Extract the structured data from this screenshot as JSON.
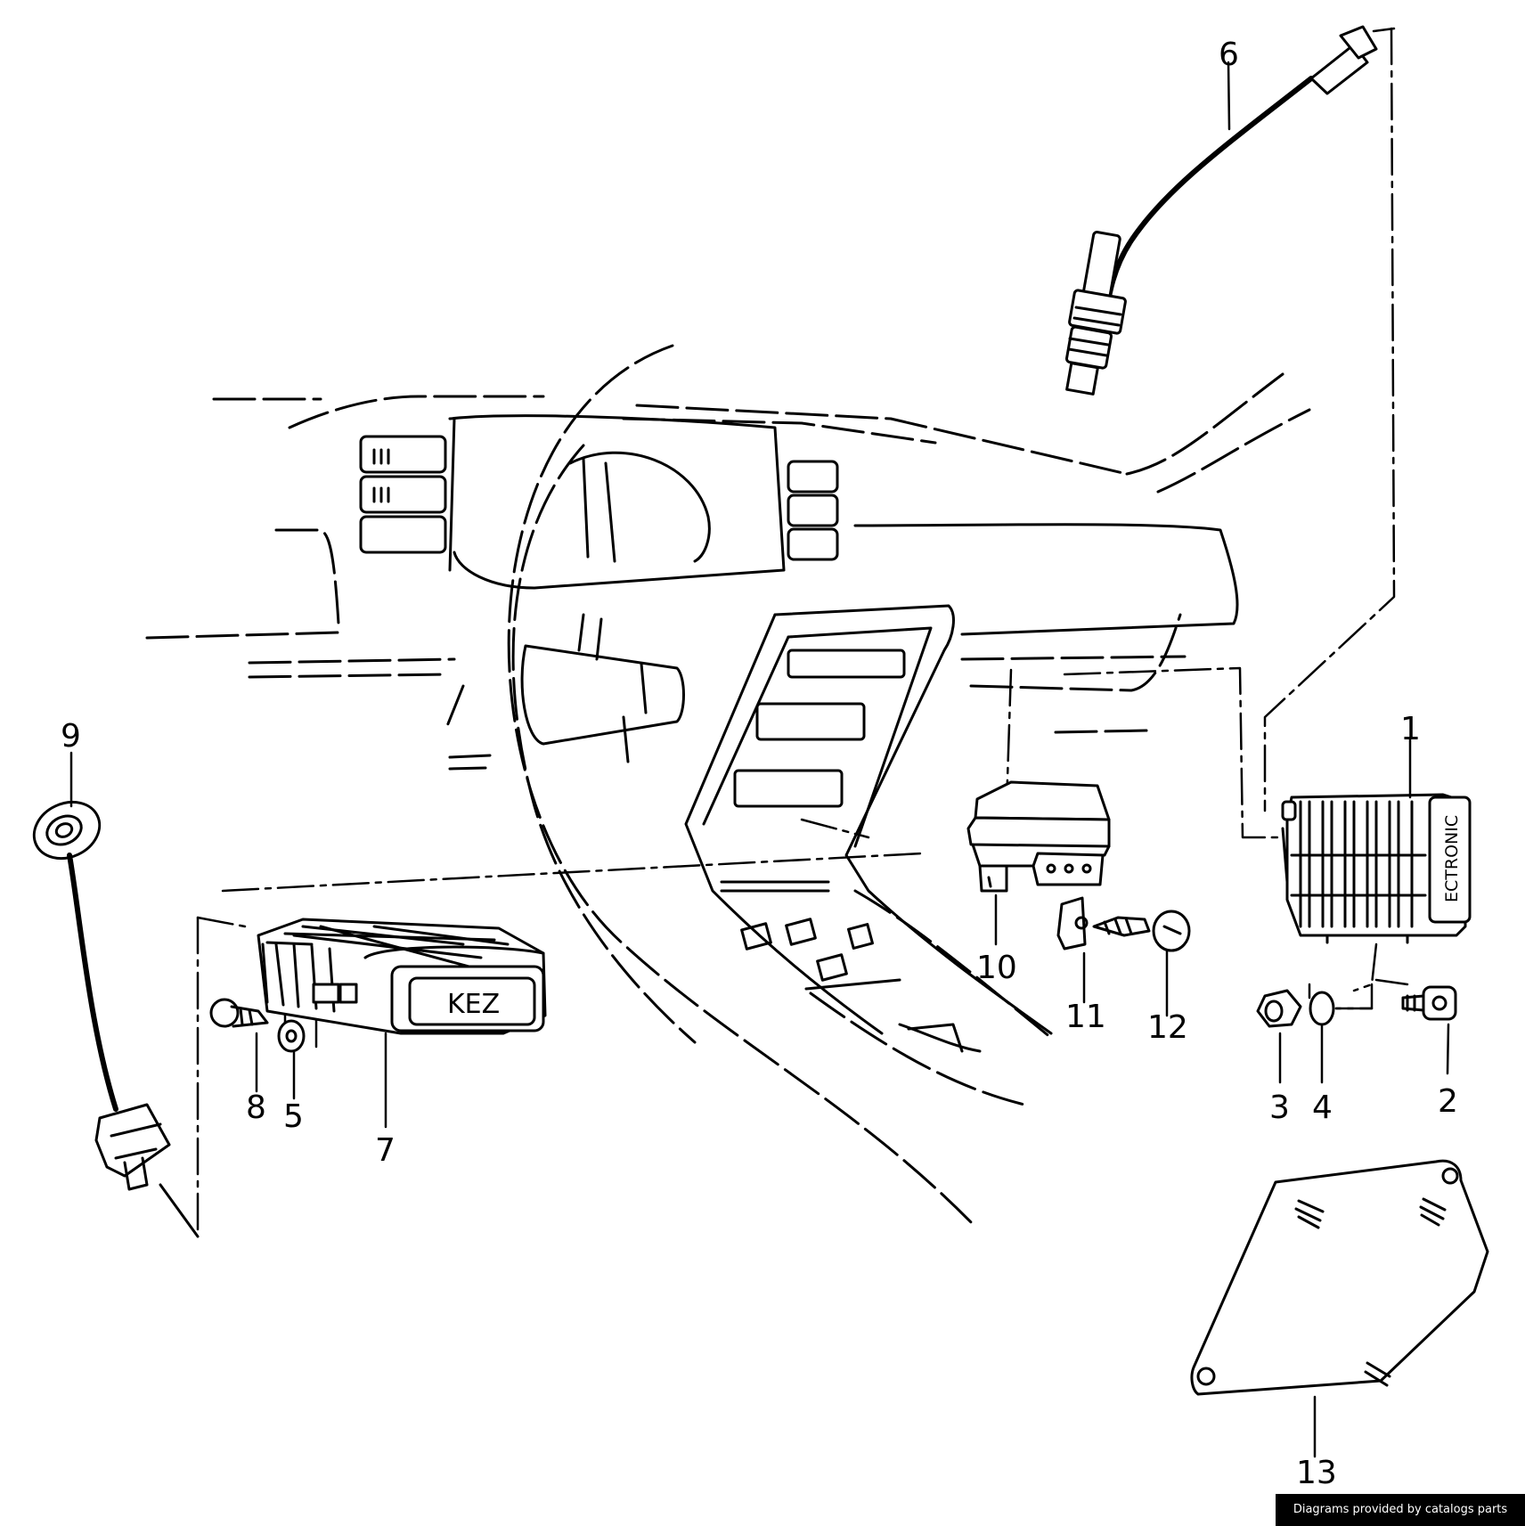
{
  "credit_text": "Diagrams provided by catalogs parts",
  "module_labels": {
    "kez": "KEZ",
    "ectronic": "ECTRONIC"
  },
  "callouts": [
    {
      "id": "1",
      "label": "1"
    },
    {
      "id": "2",
      "label": "2"
    },
    {
      "id": "3",
      "label": "3"
    },
    {
      "id": "4",
      "label": "4"
    },
    {
      "id": "5",
      "label": "5"
    },
    {
      "id": "6",
      "label": "6"
    },
    {
      "id": "7",
      "label": "7"
    },
    {
      "id": "8",
      "label": "8"
    },
    {
      "id": "9",
      "label": "9"
    },
    {
      "id": "10",
      "label": "10"
    },
    {
      "id": "11",
      "label": "11"
    },
    {
      "id": "12",
      "label": "12"
    },
    {
      "id": "13",
      "label": "13"
    }
  ]
}
